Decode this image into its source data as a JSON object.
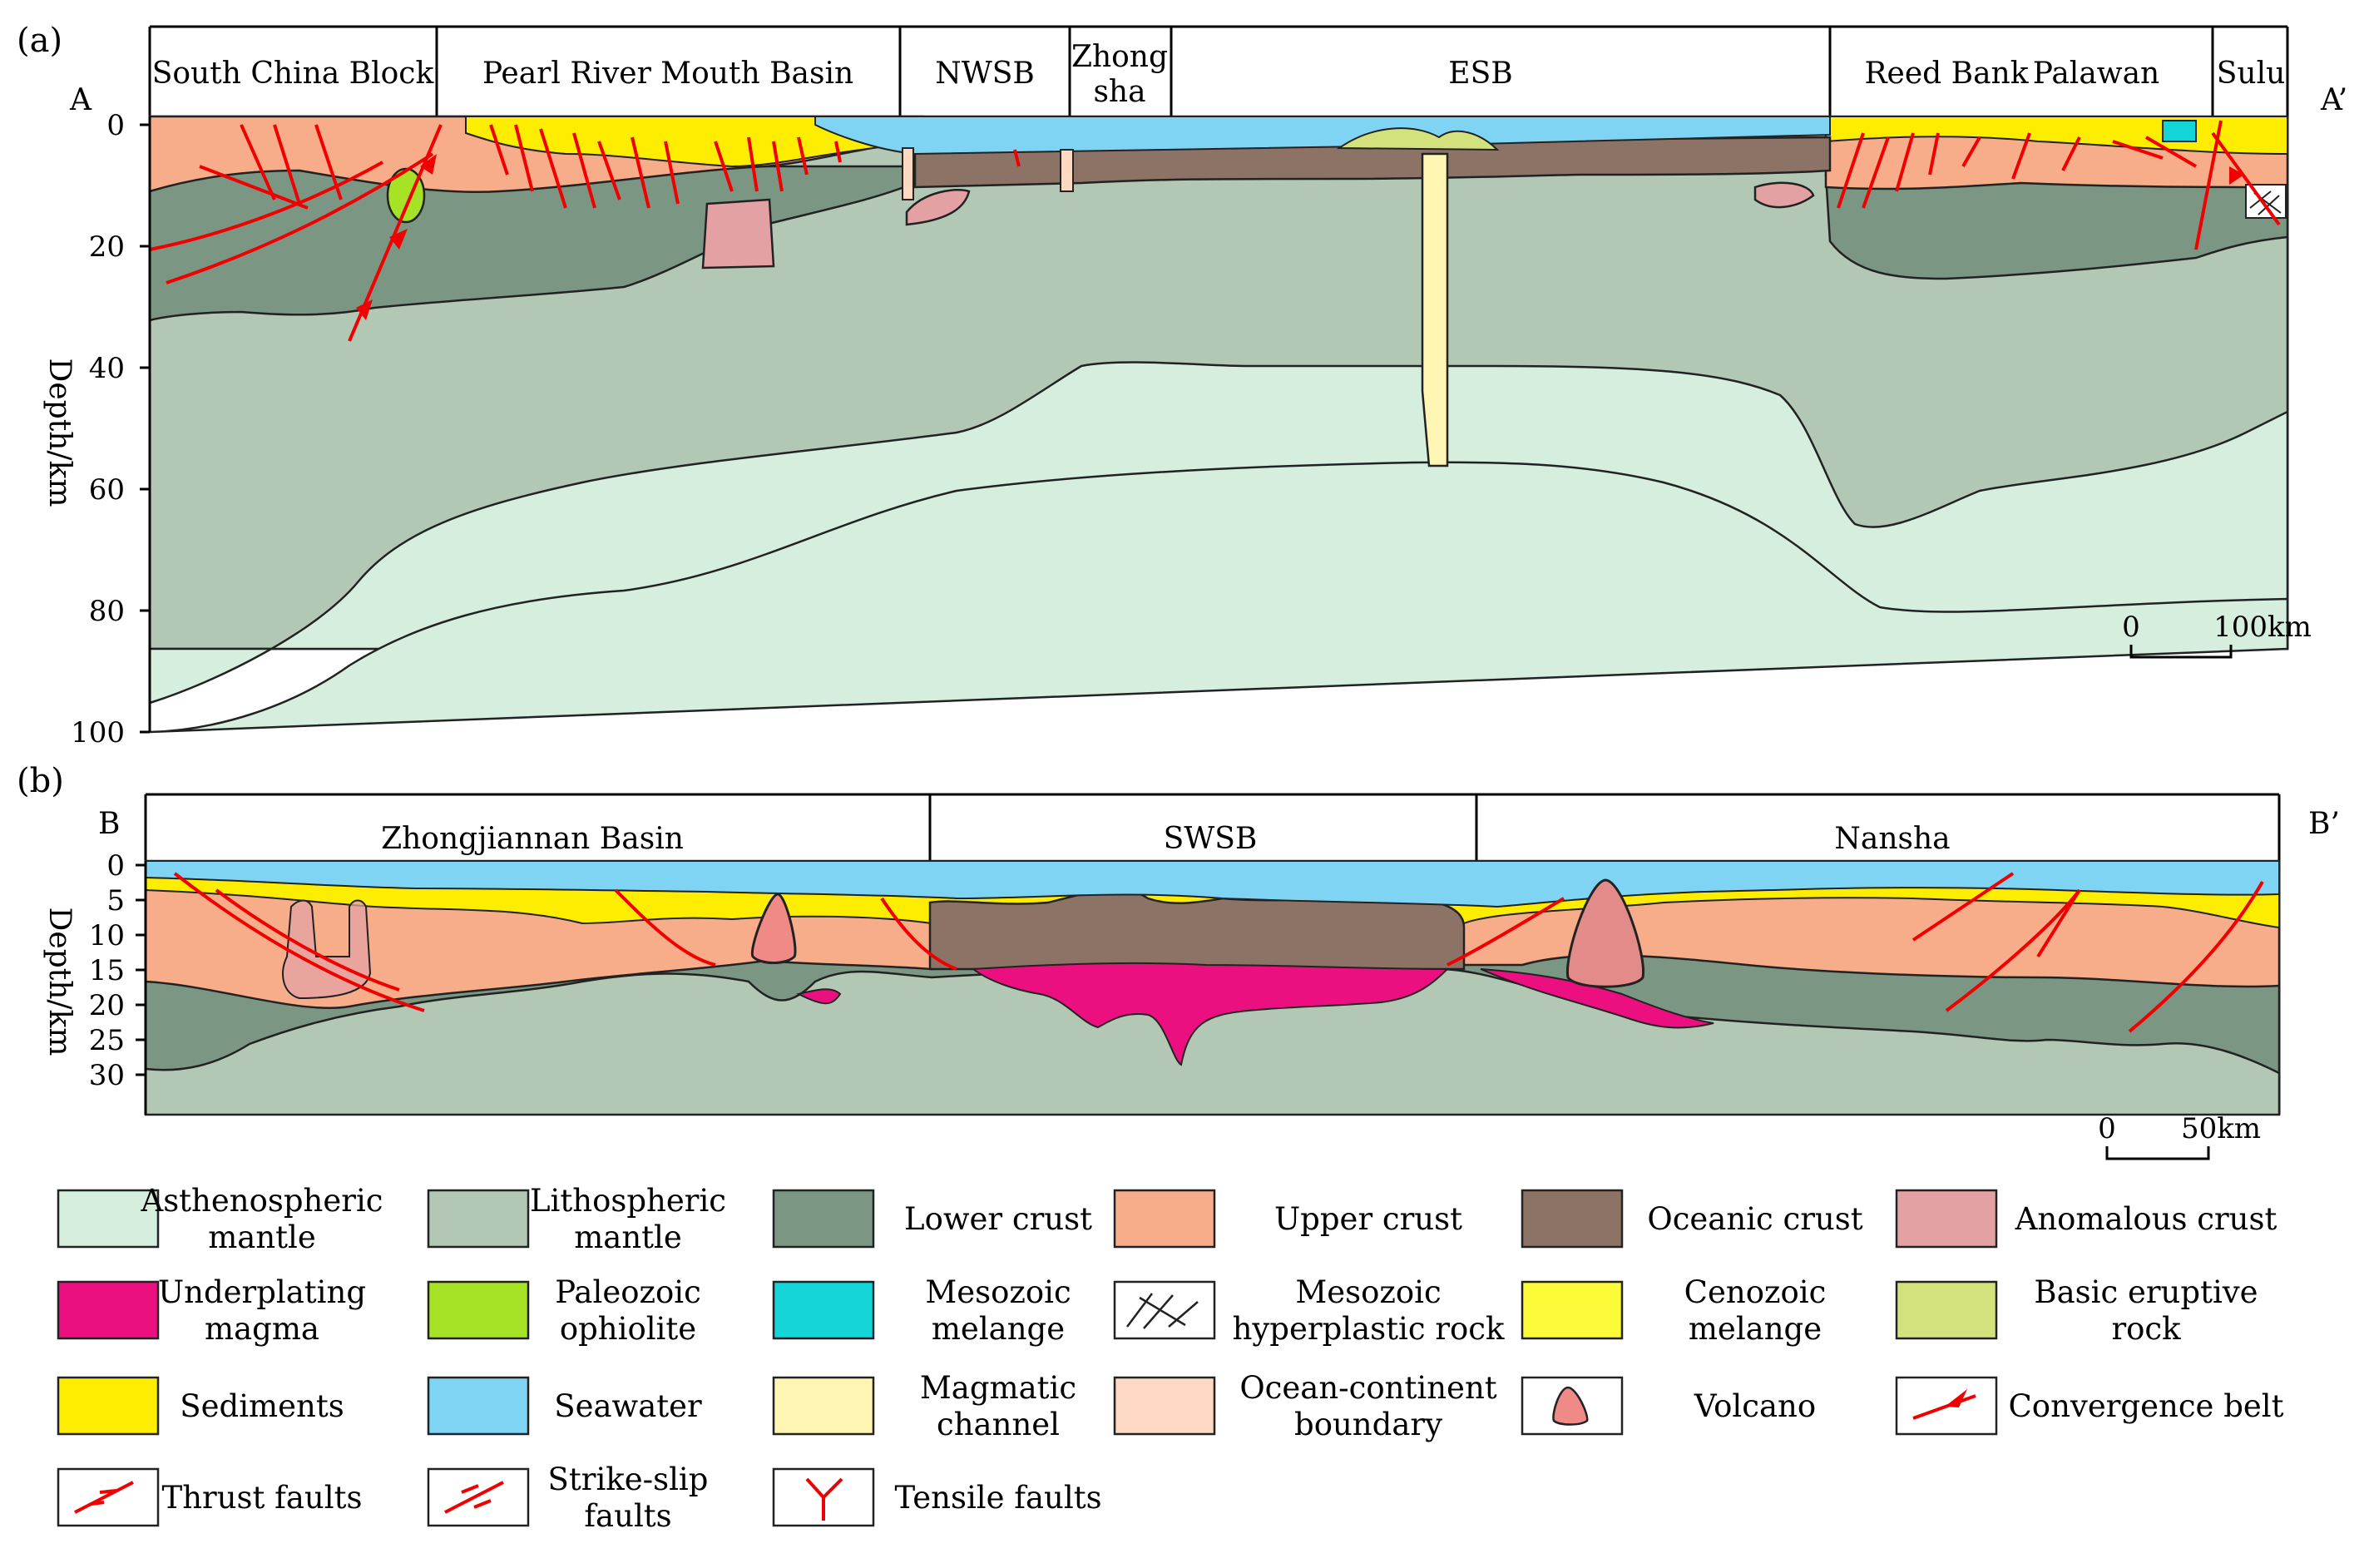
{
  "panel_a": {
    "label": "(a)",
    "end_left": "A",
    "end_right": "A’",
    "regions": [
      "South China Block",
      "Pearl River Mouth Basin",
      "NWSB",
      "ESB",
      "Reed Bank",
      "Palawan",
      "Sulu"
    ],
    "region_zhongsha": [
      "Zhong",
      "sha"
    ],
    "depth_axis_label": "Depth/km",
    "depth_ticks": [
      "0",
      "20",
      "40",
      "60",
      "80",
      "100"
    ],
    "scale_bar": {
      "zero": "0",
      "length": "100km"
    }
  },
  "panel_b": {
    "label": "(b)",
    "end_left": "B",
    "end_right": "B’",
    "regions": [
      "Zhongjiannan Basin",
      "SWSB",
      "Nansha"
    ],
    "depth_axis_label": "Depth/km",
    "depth_ticks": [
      "0",
      "5",
      "10",
      "15",
      "20",
      "25",
      "30"
    ],
    "scale_bar": {
      "zero": "0",
      "length": "50km"
    }
  },
  "legend": [
    {
      "key": "asthenospheric-mantle",
      "lines": [
        "Asthenospheric",
        "mantle"
      ],
      "color": "#d5eedd"
    },
    {
      "key": "lithospheric-mantle",
      "lines": [
        "Lithospheric",
        "mantle"
      ],
      "color": "#b2c8b5"
    },
    {
      "key": "lower-crust",
      "lines": [
        "Lower crust"
      ],
      "color": "#7b9683"
    },
    {
      "key": "upper-crust",
      "lines": [
        "Upper crust"
      ],
      "color": "#f7ac8a"
    },
    {
      "key": "oceanic-crust",
      "lines": [
        "Oceanic crust"
      ],
      "color": "#8c7366"
    },
    {
      "key": "anomalous-crust",
      "lines": [
        "Anomalous crust"
      ],
      "color": "#e3a1a3"
    },
    {
      "key": "underplating-magma",
      "lines": [
        "Underplating",
        "magma"
      ],
      "color": "#ec0f80"
    },
    {
      "key": "paleozoic-ophiolite",
      "lines": [
        "Paleozoic",
        "ophiolite"
      ],
      "color": "#a6e327"
    },
    {
      "key": "mesozoic-melange",
      "lines": [
        "Mesozoic",
        "melange"
      ],
      "color": "#13d4d7"
    },
    {
      "key": "mesozoic-hyperplastic-rock",
      "lines": [
        "Mesozoic",
        "hyperplastic rock"
      ],
      "color": "#ffffff"
    },
    {
      "key": "cenozoic-melange",
      "lines": [
        "Cenozoic",
        "melange"
      ],
      "color": "#fbfb3a"
    },
    {
      "key": "basic-eruptive-rock",
      "lines": [
        "Basic eruptive",
        "rock"
      ],
      "color": "#d4e27d"
    },
    {
      "key": "sediments",
      "lines": [
        "Sediments"
      ],
      "color": "#fded00"
    },
    {
      "key": "seawater",
      "lines": [
        "Seawater"
      ],
      "color": "#7fd3f3"
    },
    {
      "key": "magmatic-channel",
      "lines": [
        "Magmatic",
        "channel"
      ],
      "color": "#fff6b3"
    },
    {
      "key": "ocean-continent-boundary",
      "lines": [
        "Ocean-continent",
        "boundary"
      ],
      "color": "#fdd9c3"
    },
    {
      "key": "volcano",
      "lines": [
        "Volcano"
      ],
      "color": "#ffffff"
    },
    {
      "key": "convergence-belt",
      "lines": [
        "Convergence belt"
      ],
      "color": "#ffffff"
    },
    {
      "key": "thrust-faults",
      "lines": [
        "Thrust faults"
      ],
      "color": "#ffffff"
    },
    {
      "key": "strike-slip-faults",
      "lines": [
        "Strike-slip",
        "faults"
      ],
      "color": "#ffffff"
    },
    {
      "key": "tensile-faults",
      "lines": [
        "Tensile faults"
      ],
      "color": "#ffffff"
    }
  ]
}
